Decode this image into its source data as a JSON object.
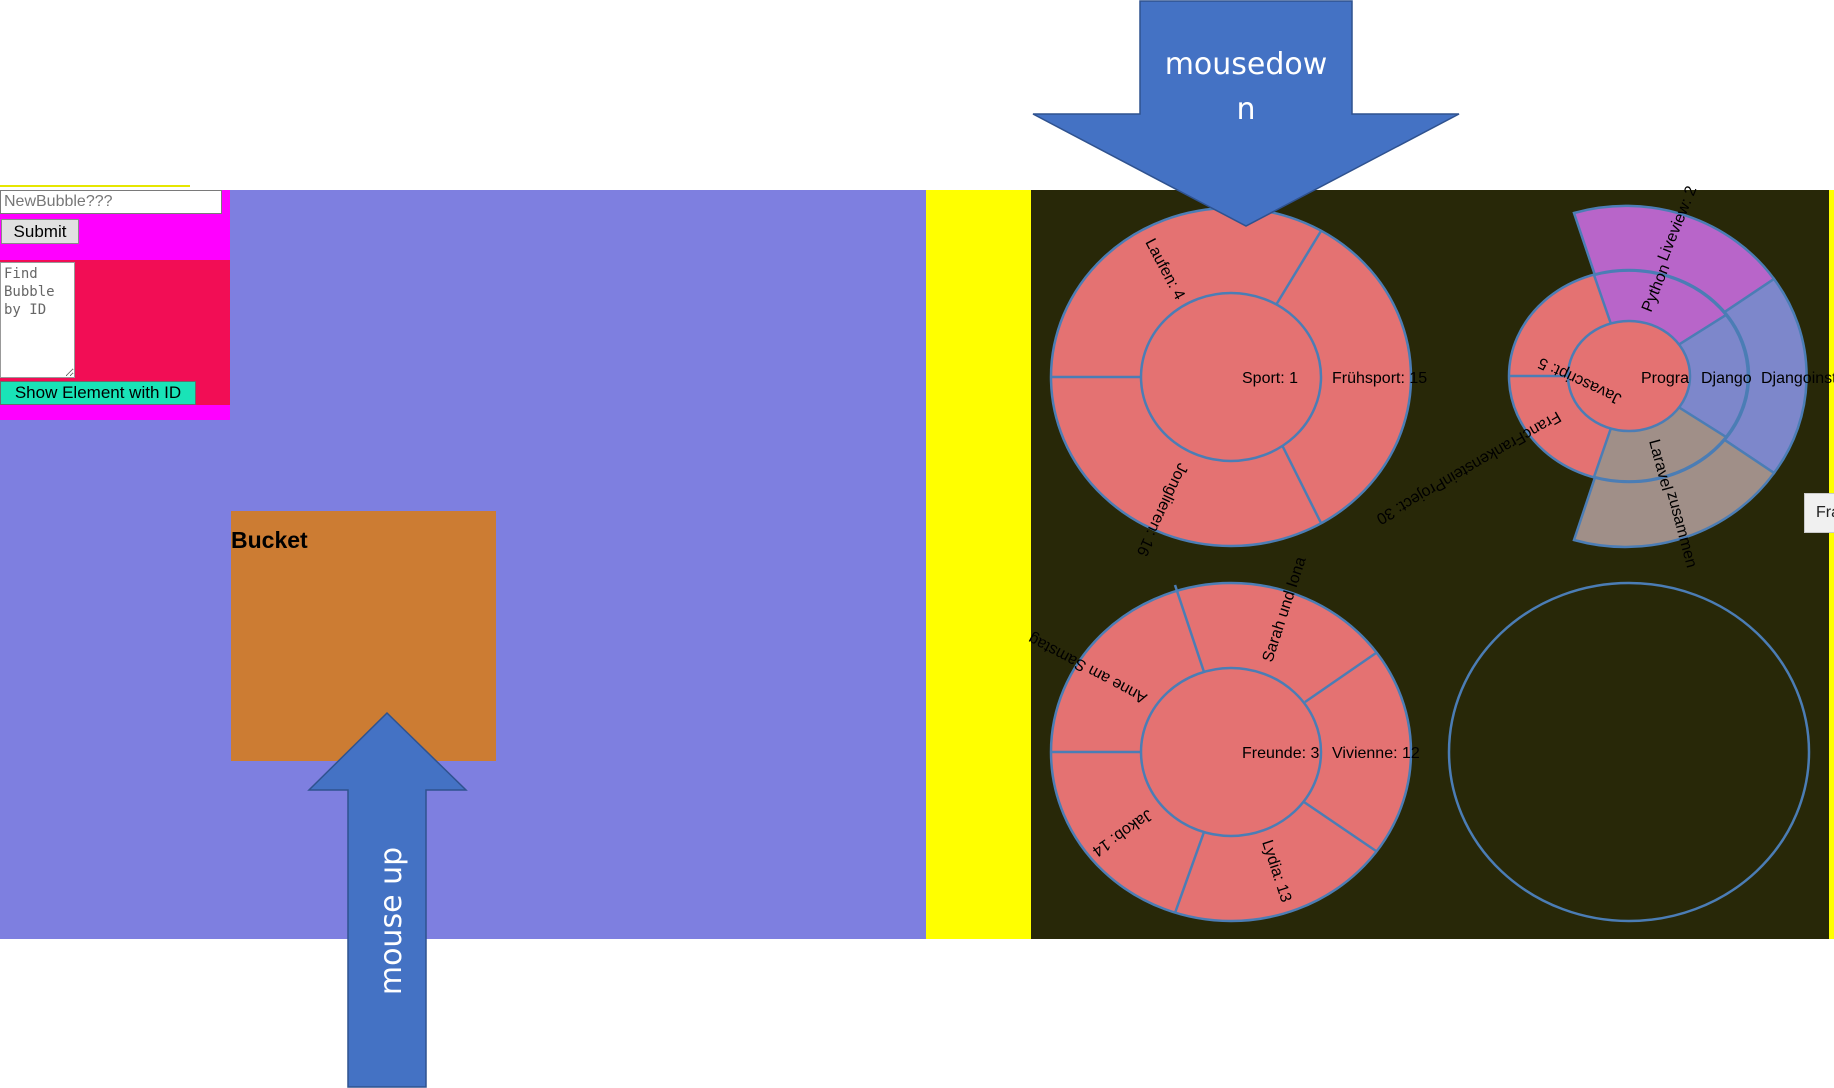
{
  "controls": {
    "new_bubble_placeholder": "NewBubble???",
    "submit_label": "Submit",
    "find_placeholder": "Find Bubble by ID",
    "show_element_label": "Show Element with ID"
  },
  "bucket": {
    "label": "Bucket"
  },
  "side_button": {
    "label": "Fra"
  },
  "annotations": {
    "mousedown_line1": "mousedow",
    "mousedown_line2": "n",
    "mouseup": "mouse up"
  },
  "bubbles": {
    "sport": {
      "center": "Sport: 1",
      "segments": [
        "Laufen: 4",
        "Frühsport: 15",
        "Jonglieren: 16"
      ]
    },
    "programming": {
      "center": "Progra",
      "inner": [
        "Django",
        "Python",
        "Javascript: 5",
        "Laravel",
        "FrancFrankensteinProject: 30"
      ],
      "outer": [
        "Djangoinst",
        "Liveview: 2",
        "zusammen"
      ]
    },
    "freunde": {
      "center": "Freunde: 3",
      "segments": [
        "Sarah und Iona",
        "Anne am Samstag",
        "Vivienne: 12",
        "Lydia: 13",
        "Jakob: 14"
      ]
    }
  },
  "colors": {
    "page_background": "#ffffff",
    "workspace": "#7e7fe0",
    "yellow_strip": "#ffff00",
    "dark_canvas": "#282808",
    "panel_magenta": "#ff00ff",
    "panel_red": "#f20d55",
    "show_button": "#19e3b7",
    "bucket": "#cc7c33",
    "arrow_fill": "#4472c4",
    "bubble_fill": "#e47272",
    "bubble_stroke": "#4b7db5",
    "purple_segment": "#b865c9",
    "blue_segment": "#7d87cb",
    "gray_segment": "#a08f88"
  }
}
